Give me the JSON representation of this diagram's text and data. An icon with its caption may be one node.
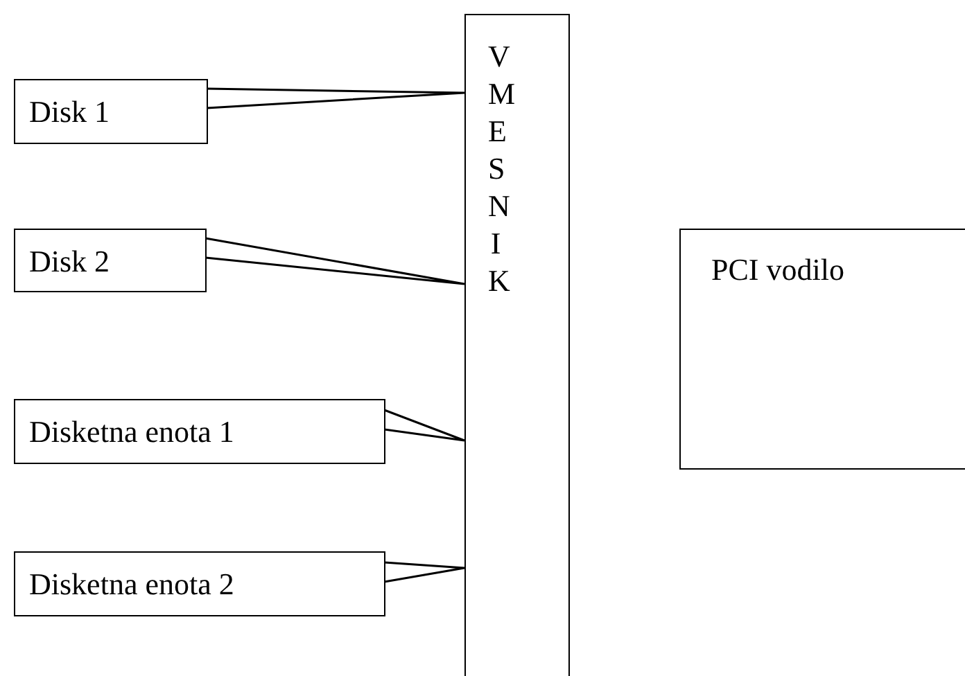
{
  "diagram": {
    "nodes": [
      {
        "text": [
          "Disk 1"
        ]
      },
      {
        "text": [
          "Disk 2"
        ]
      },
      {
        "text": [
          "Disketna enota 1"
        ]
      },
      {
        "text": [
          "Disketna enota 2"
        ]
      },
      {
        "text": [
          "V M E S N I K"
        ]
      },
      {
        "text": [
          "PCI vodilo"
        ]
      }
    ],
    "edges": [
      {
        "from": 0,
        "to": 4,
        "arrow": "none"
      },
      {
        "from": 1,
        "to": 4,
        "arrow": "none"
      },
      {
        "from": 2,
        "to": 4,
        "arrow": "none"
      },
      {
        "from": 3,
        "to": 4,
        "arrow": "none"
      }
    ]
  }
}
